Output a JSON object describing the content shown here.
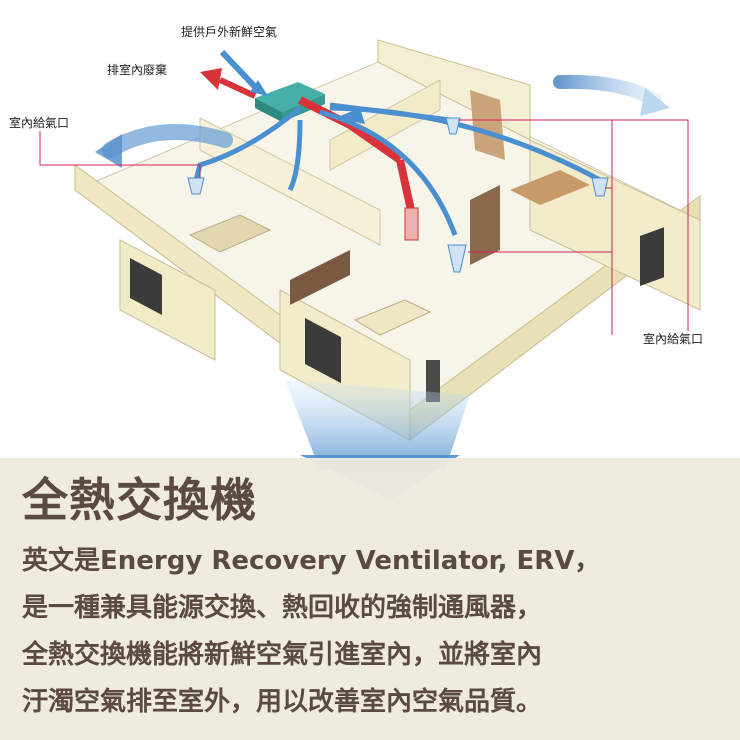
{
  "diagram": {
    "labels": {
      "fresh_air": "提供戶外新鮮空氣",
      "exhaust": "排室內廢棄",
      "supply_left": "室內給氣口",
      "supply_right": "室內給氣口"
    },
    "colors": {
      "fresh_air_duct": "#4a8fd0",
      "exhaust_duct": "#d8323a",
      "wall": "#f4efd2",
      "floor": "#f7f4ea",
      "unit": "#3aa8a0",
      "leader_line": "#d21f5a"
    }
  },
  "text": {
    "title": "全熱交換機",
    "lines": [
      "英文是Energy Recovery Ventilator, ERV，",
      "是一種兼具能源交換、熱回收的強制通風器，",
      "全熱交換機能將新鮮空氣引進室內，並將室內",
      "汙濁空氣排至室外，用以改善室內空氣品質。"
    ]
  }
}
